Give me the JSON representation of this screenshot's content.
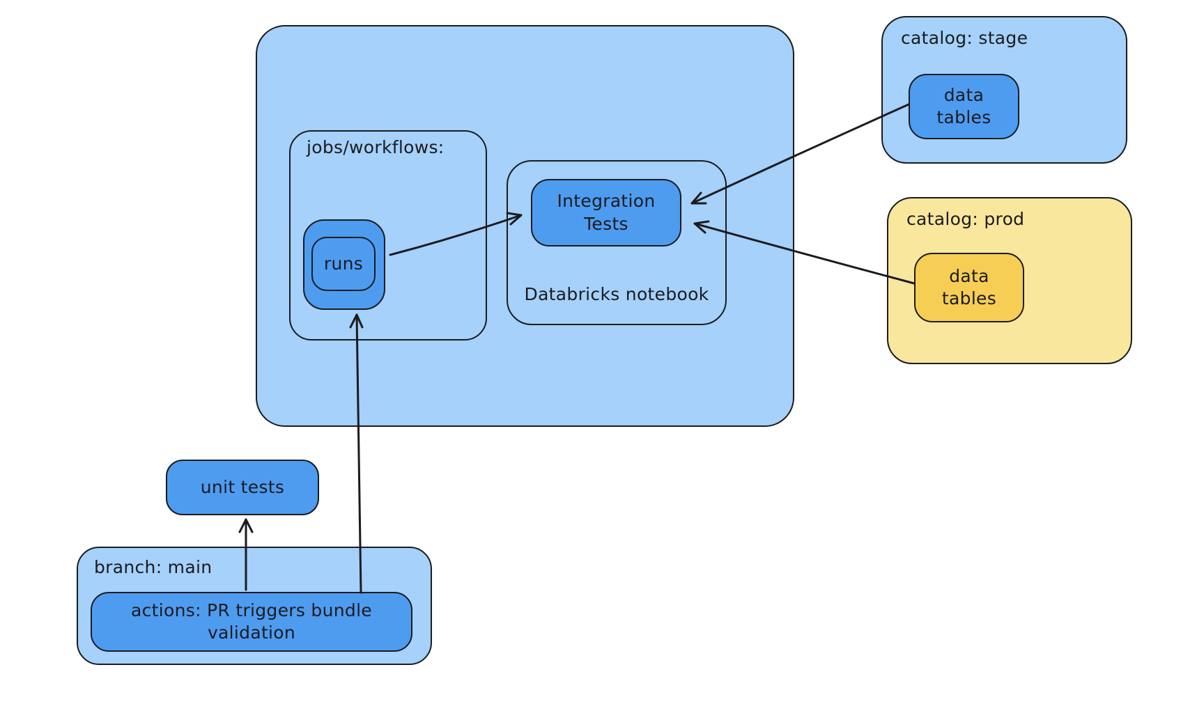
{
  "colors": {
    "background": "#ffffff",
    "light_blue_fill": "#a5d1fa",
    "blue_fill": "#4e9cf0",
    "light_yellow_fill": "#fae79e",
    "yellow_fill": "#f6ce54",
    "ink": "#1b1b1f"
  },
  "boxes": {
    "jobs_workflows": {
      "label": "jobs/workflows:"
    },
    "runs": {
      "label": "runs"
    },
    "databricks_notebook": {
      "label": "Databricks notebook"
    },
    "integration_tests": {
      "label": "Integration Tests"
    },
    "catalog_stage": {
      "label": "catalog: stage"
    },
    "stage_data_tables": {
      "label": "data tables"
    },
    "catalog_prod": {
      "label": "catalog: prod"
    },
    "prod_data_tables": {
      "label": "data tables"
    },
    "unit_tests": {
      "label": "unit tests"
    },
    "branch_main": {
      "label": "branch: main"
    },
    "actions": {
      "label": "actions: PR triggers bundle validation"
    }
  },
  "edges": [
    {
      "from": "runs",
      "to": "integration_tests"
    },
    {
      "from": "stage_data_tables",
      "to": "integration_tests"
    },
    {
      "from": "prod_data_tables",
      "to": "integration_tests"
    },
    {
      "from": "actions",
      "to": "unit_tests"
    },
    {
      "from": "actions",
      "to": "runs"
    }
  ]
}
